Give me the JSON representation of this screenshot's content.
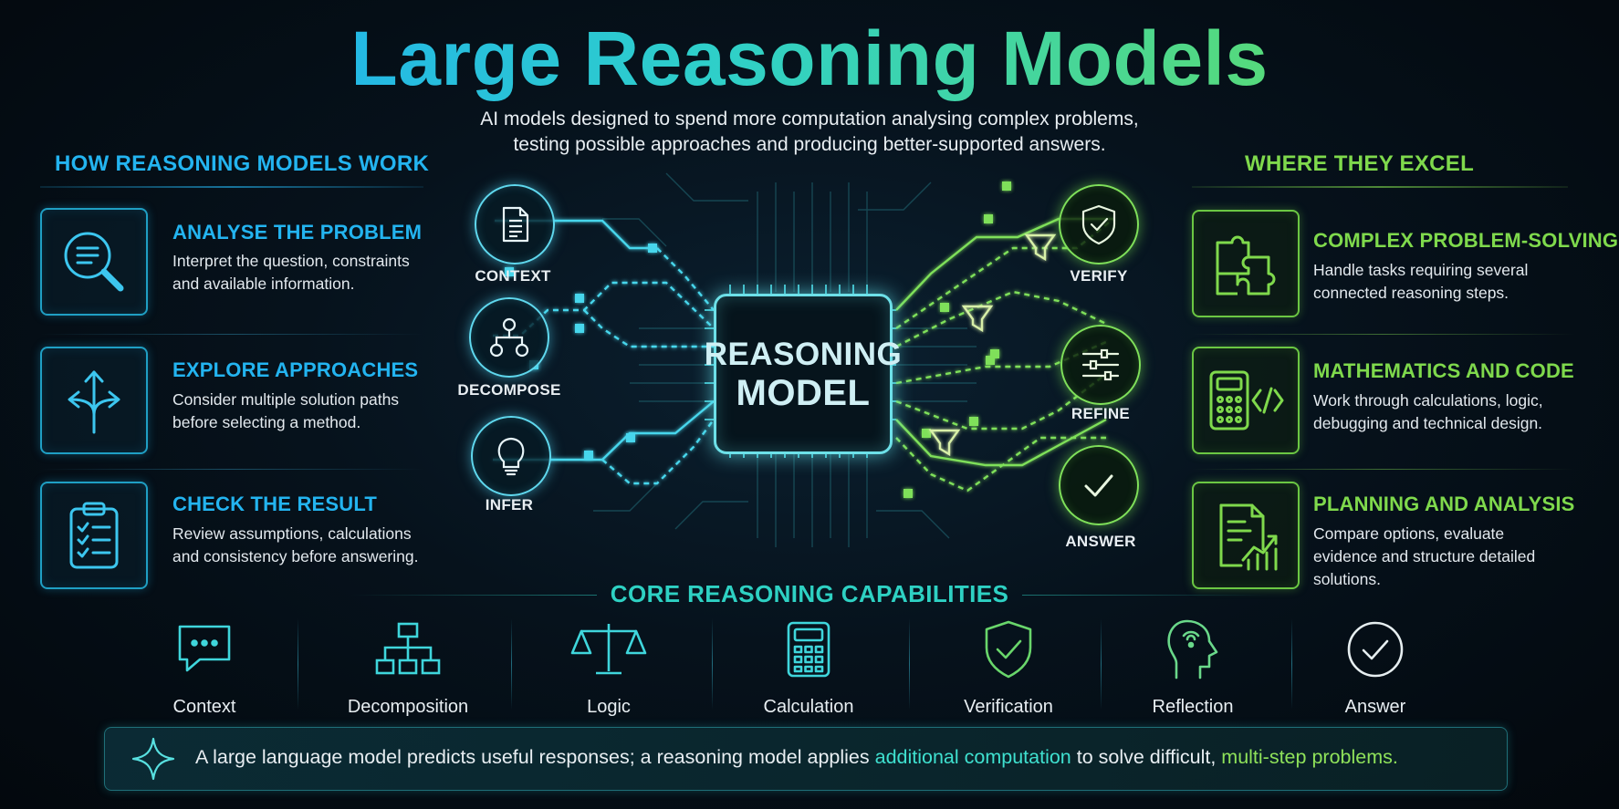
{
  "title": "Large Reasoning Models",
  "subtitle_line1": "AI models designed to spend more computation analysing complex problems,",
  "subtitle_line2": "testing possible approaches and producing better-supported answers.",
  "left_section": {
    "heading": "HOW REASONING MODELS WORK",
    "items": [
      {
        "title": "ANALYSE THE PROBLEM",
        "desc": "Interpret the question, constraints and available information.",
        "icon": "magnifier-document-icon"
      },
      {
        "title": "EXPLORE APPROACHES",
        "desc": "Consider multiple solution paths before selecting a method.",
        "icon": "split-arrows-icon"
      },
      {
        "title": "CHECK THE RESULT",
        "desc": "Review assumptions, calculations and consistency before answering.",
        "icon": "clipboard-checklist-icon"
      }
    ]
  },
  "right_section": {
    "heading": "WHERE THEY EXCEL",
    "items": [
      {
        "title": "COMPLEX PROBLEM-SOLVING",
        "desc": "Handle tasks requiring several connected reasoning steps.",
        "icon": "puzzle-icon"
      },
      {
        "title": "MATHEMATICS AND CODE",
        "desc": "Work through calculations, logic, debugging and technical design.",
        "icon": "calculator-code-icon"
      },
      {
        "title": "PLANNING AND ANALYSIS",
        "desc": "Compare options, evaluate evidence and structure detailed solutions.",
        "icon": "report-chart-icon"
      }
    ]
  },
  "diagram": {
    "chip_line1": "REASONING",
    "chip_line2": "MODEL",
    "inputs": [
      {
        "label": "CONTEXT",
        "icon": "document-icon"
      },
      {
        "label": "DECOMPOSE",
        "icon": "hierarchy-icon"
      },
      {
        "label": "INFER",
        "icon": "lightbulb-icon"
      }
    ],
    "outputs": [
      {
        "label": "VERIFY",
        "icon": "shield-check-icon"
      },
      {
        "label": "REFINE",
        "icon": "sliders-icon"
      },
      {
        "label": "ANSWER",
        "icon": "checkmark-icon"
      }
    ]
  },
  "capabilities": {
    "heading": "CORE REASONING CAPABILITIES",
    "items": [
      {
        "label": "Context",
        "icon": "chat-bubble-icon"
      },
      {
        "label": "Decomposition",
        "icon": "hierarchy-icon"
      },
      {
        "label": "Logic",
        "icon": "scales-icon"
      },
      {
        "label": "Calculation",
        "icon": "calculator-icon"
      },
      {
        "label": "Verification",
        "icon": "shield-check-icon"
      },
      {
        "label": "Reflection",
        "icon": "head-profile-icon"
      },
      {
        "label": "Answer",
        "icon": "checkmark-circle-icon"
      }
    ]
  },
  "footer": {
    "part1": "A large language model predicts useful responses; a reasoning model applies ",
    "highlight1": "additional computation",
    "part2": " to solve difficult, ",
    "highlight2": "multi-step problems."
  },
  "colors": {
    "blue": "#23b4f0",
    "teal": "#2ed1c3",
    "green": "#7fd94c",
    "background": "#040b12"
  }
}
